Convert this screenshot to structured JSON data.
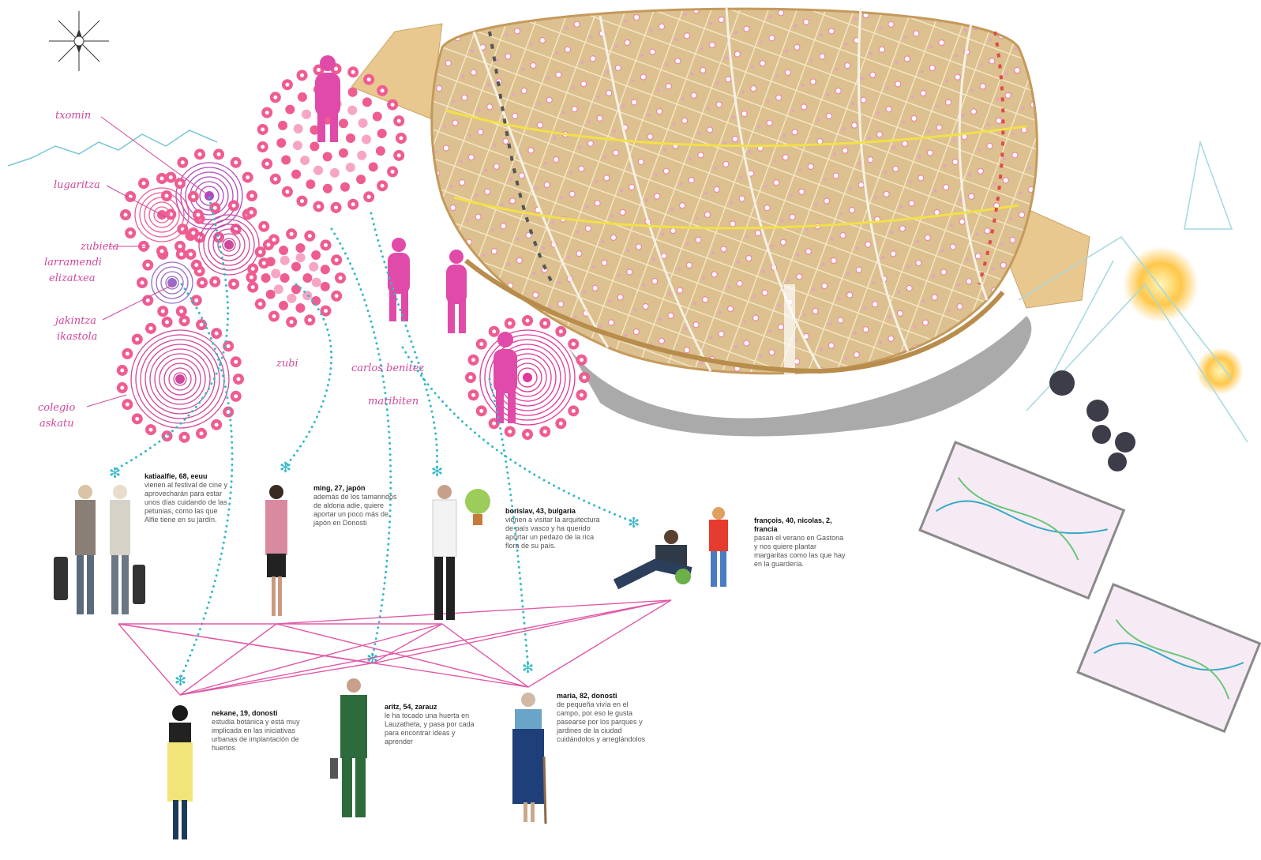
{
  "place_labels": [
    "txomin",
    "lugaritza",
    "zubieta",
    "larramendi",
    "elizatxea",
    "jakintza",
    "ikastola",
    "zubi",
    "carlos benitez",
    "maribiten",
    "colegio",
    "askatu"
  ],
  "people": [
    {
      "name": "katiaalfie, 68, eeuu",
      "text": "vienen al festival de cine y aprovecharán para estar unos días cuidando de las petunias, como las que Alfie tiene en su jardín."
    },
    {
      "name": "ming, 27, japón",
      "text": "además de los tamarindos de aldoria adie, quiere aportar un poco más de japón en Donosti"
    },
    {
      "name": "borislav, 43, bulgaria",
      "text": "vienen a visitar la arquitectura de país vasco y ha querido aportar un pedazo de la rica flora de su país."
    },
    {
      "name": "françois, 40, nicolas, 2, francia",
      "text": "pasan el verano en Gastona y nos quiere plantar margaritas como las que hay en la guardería."
    },
    {
      "name": "nekane, 19, donosti",
      "text": "estudia botánica y está muy implicada en las iniciativas urbanas de implantación de huertos"
    },
    {
      "name": "aritz, 54, zarauz",
      "text": "le ha tocado una huerta en Lauzatheta, y pasa por cada para encontrar ideas y aprender"
    },
    {
      "name": "maria, 82, donosti",
      "text": "de pequeña vivía en el campo, por eso le gusta pasearse por los parques y jardines de la ciudad cuidándolos y arreglándolos"
    }
  ],
  "colors": {
    "accent": "#e0379b",
    "flower": "#ef5c92",
    "dots": "#38b9c8",
    "lavender": "#9a6bc7",
    "dome": "#d8b67c",
    "wood": "#e7c48c",
    "shadow": "#8a8a8a"
  },
  "icons": [
    "compass-rose-icon",
    "person-silhouette-icon",
    "flower-icon",
    "target-rings-icon"
  ]
}
